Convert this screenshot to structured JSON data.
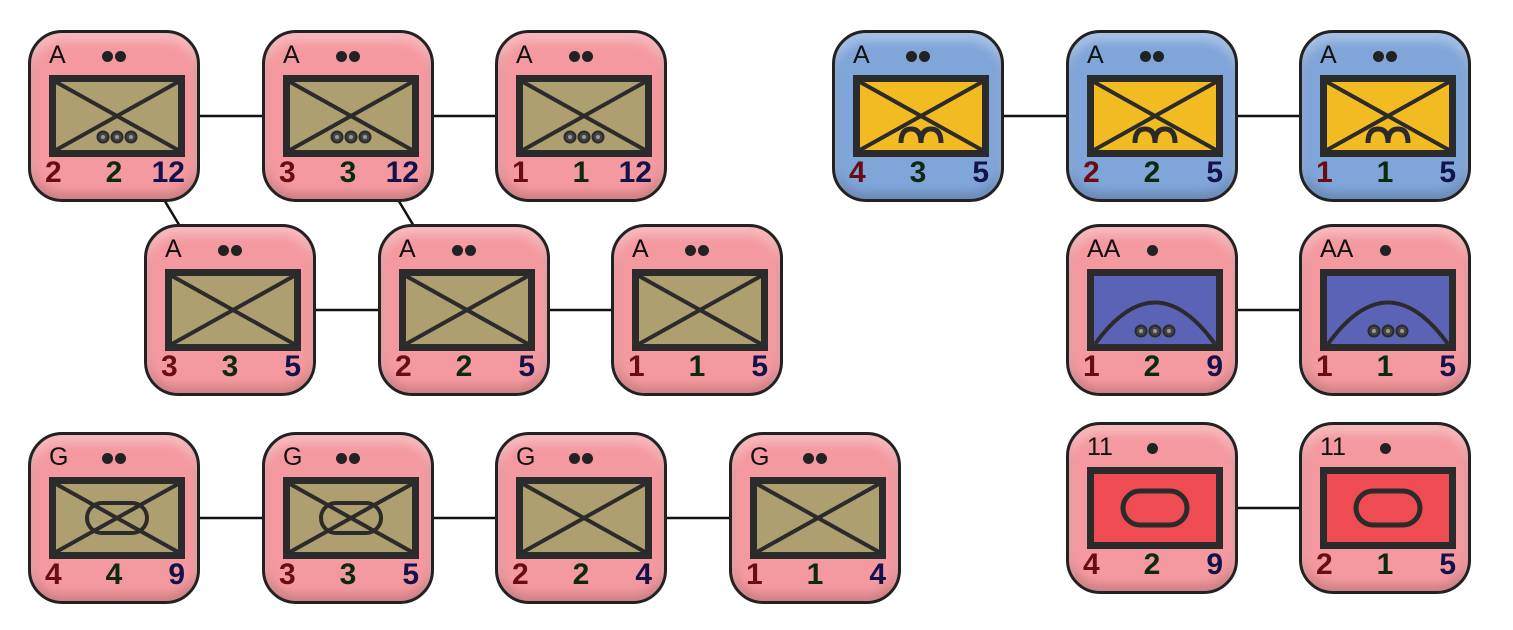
{
  "colors": {
    "red_counter": "#f4999f",
    "blue_counter": "#7fa5d9",
    "infantry_fill": "#ae9f71",
    "mech_fill": "#f2bb22",
    "aa_fill": "#5a63b6",
    "tank_fill": "#ee4b53",
    "stat1_color": "#6a0d10",
    "stat2_color": "#0b2a10",
    "stat3_color": "#14124a"
  },
  "counters": [
    {
      "id": "A1",
      "side": "red",
      "label": "A",
      "size": 2,
      "symbol": "infantry",
      "attack": "2",
      "defense": "2",
      "move": "12",
      "sub_dots": 3
    },
    {
      "id": "A2",
      "side": "red",
      "label": "A",
      "size": 2,
      "symbol": "infantry",
      "attack": "3",
      "defense": "3",
      "move": "12",
      "sub_dots": 3
    },
    {
      "id": "A3",
      "side": "red",
      "label": "A",
      "size": 2,
      "symbol": "infantry",
      "attack": "1",
      "defense": "1",
      "move": "12",
      "sub_dots": 3
    },
    {
      "id": "A4",
      "side": "red",
      "label": "A",
      "size": 2,
      "symbol": "infantry",
      "attack": "3",
      "defense": "3",
      "move": "5",
      "sub_dots": 0
    },
    {
      "id": "A5",
      "side": "red",
      "label": "A",
      "size": 2,
      "symbol": "infantry",
      "attack": "2",
      "defense": "2",
      "move": "5",
      "sub_dots": 0
    },
    {
      "id": "A6",
      "side": "red",
      "label": "A",
      "size": 2,
      "symbol": "infantry",
      "attack": "1",
      "defense": "1",
      "move": "5",
      "sub_dots": 0
    },
    {
      "id": "G1",
      "side": "red",
      "label": "G",
      "size": 2,
      "symbol": "mech-infantry",
      "attack": "4",
      "defense": "4",
      "move": "9",
      "sub_dots": 0
    },
    {
      "id": "G2",
      "side": "red",
      "label": "G",
      "size": 2,
      "symbol": "mech-infantry",
      "attack": "3",
      "defense": "3",
      "move": "5",
      "sub_dots": 0
    },
    {
      "id": "G3",
      "side": "red",
      "label": "G",
      "size": 2,
      "symbol": "infantry",
      "attack": "2",
      "defense": "2",
      "move": "4",
      "sub_dots": 0
    },
    {
      "id": "G4",
      "side": "red",
      "label": "G",
      "size": 2,
      "symbol": "infantry",
      "attack": "1",
      "defense": "1",
      "move": "4",
      "sub_dots": 0
    },
    {
      "id": "B1",
      "side": "blue",
      "label": "A",
      "size": 2,
      "symbol": "mountain",
      "attack": "4",
      "defense": "3",
      "move": "5",
      "sub_dots": 0
    },
    {
      "id": "B2",
      "side": "blue",
      "label": "A",
      "size": 2,
      "symbol": "mountain",
      "attack": "2",
      "defense": "2",
      "move": "5",
      "sub_dots": 0
    },
    {
      "id": "B3",
      "side": "blue",
      "label": "A",
      "size": 2,
      "symbol": "mountain",
      "attack": "1",
      "defense": "1",
      "move": "5",
      "sub_dots": 0
    },
    {
      "id": "AA1",
      "side": "red",
      "label": "AA",
      "size": 1,
      "symbol": "anti-air",
      "attack": "1",
      "defense": "2",
      "move": "9",
      "sub_dots": 3
    },
    {
      "id": "AA2",
      "side": "red",
      "label": "AA",
      "size": 1,
      "symbol": "anti-air",
      "attack": "1",
      "defense": "1",
      "move": "5",
      "sub_dots": 3
    },
    {
      "id": "T1",
      "side": "red",
      "label": "11",
      "size": 1,
      "symbol": "armor",
      "attack": "4",
      "defense": "2",
      "move": "9",
      "sub_dots": 0
    },
    {
      "id": "T2",
      "side": "red",
      "label": "11",
      "size": 1,
      "symbol": "armor",
      "attack": "2",
      "defense": "1",
      "move": "5",
      "sub_dots": 0
    }
  ],
  "links": [
    [
      "A1",
      "A2"
    ],
    [
      "A2",
      "A3"
    ],
    [
      "A1",
      "A4"
    ],
    [
      "A2",
      "A5"
    ],
    [
      "A4",
      "A5"
    ],
    [
      "A5",
      "A6"
    ],
    [
      "G1",
      "G2"
    ],
    [
      "G2",
      "G3"
    ],
    [
      "G3",
      "G4"
    ],
    [
      "B1",
      "B2"
    ],
    [
      "B2",
      "B3"
    ],
    [
      "AA1",
      "AA2"
    ],
    [
      "T1",
      "T2"
    ]
  ]
}
